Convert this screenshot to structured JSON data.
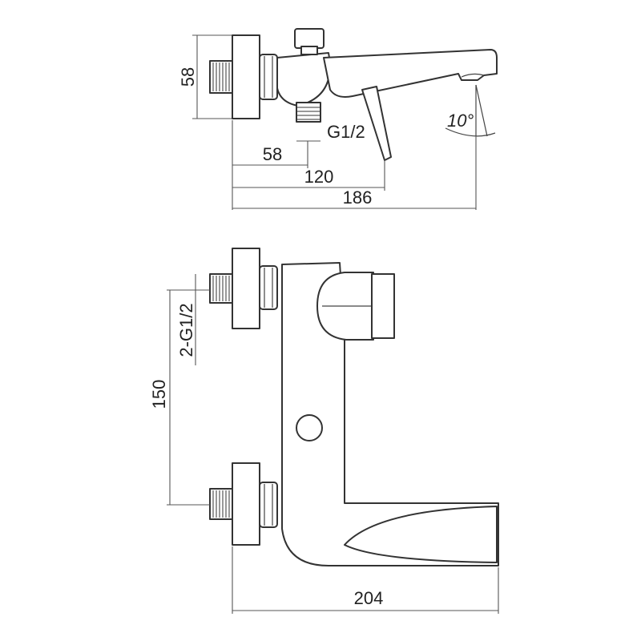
{
  "dimensions": {
    "top_height": "58",
    "top_inlet_offset": "58",
    "top_inlet_thread": "G1/2",
    "top_mid_length": "120",
    "top_overall_length": "186",
    "spout_angle": "10°",
    "front_inlet_thread": "2-G1/2",
    "front_inlet_spacing": "150",
    "front_overall_length": "204"
  }
}
